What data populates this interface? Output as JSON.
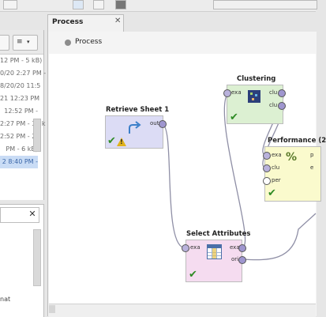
{
  "colors": {
    "retrieve": "#dcdcf5",
    "clustering": "#dcf0d2",
    "select": "#f5dcf0",
    "performance": "#fafacd",
    "check": "#2e8b24",
    "port_in": "#b9b2dc",
    "port_out": "#9f96cf",
    "wire": "#8f8fa6"
  },
  "left_panel": {
    "repository_items": [
      "12 PM - 5 kB)",
      "0/20 2:27 PM - 5",
      "8/20/20 11:5",
      "21 12:23 PM",
      "12:52 PM -",
      "2:27 PM - 30 k",
      "2:52 PM - 20",
      "PM - 6 kB)",
      "2 8:40 PM -"
    ],
    "selected_index": 8,
    "search_clear_icon": "close-icon",
    "truncated_text": "nat"
  },
  "process_tab": {
    "label": "Process",
    "close_icon": "close-icon"
  },
  "breadcrumb": {
    "label": "Process"
  },
  "operators": {
    "retrieve": {
      "title": "Retrieve Sheet 1",
      "out_port": "out",
      "icon": "retrieve-arrow-icon",
      "status": "warning"
    },
    "clustering": {
      "title": "Clustering",
      "in_port": "exa",
      "out_ports": [
        "clu",
        "clu"
      ],
      "icon": "cluster-grid-icon"
    },
    "select": {
      "title": "Select Attributes",
      "in_port": "exa",
      "out_ports": [
        "exa",
        "ori"
      ],
      "icon": "table-icon"
    },
    "performance": {
      "title": "Performance (2",
      "in_ports": [
        "exa",
        "clu",
        "per"
      ],
      "out_ports": [
        "p",
        "e"
      ],
      "icon": "percent-icon"
    }
  }
}
